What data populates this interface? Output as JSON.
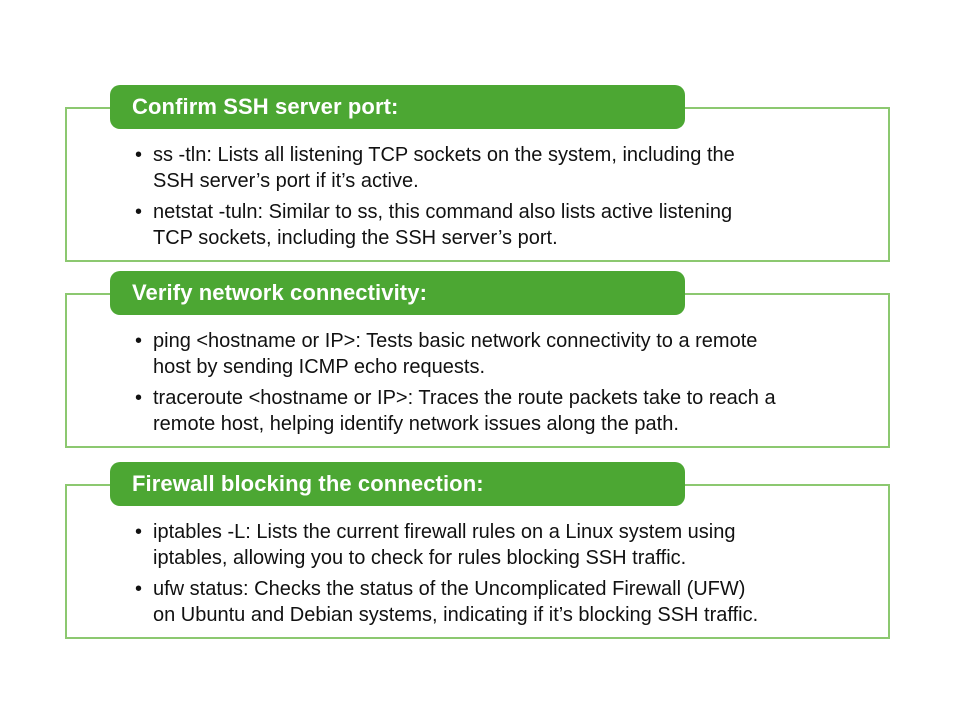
{
  "colors": {
    "header_fill_green": "#4ca733",
    "outline_green": "#8cc870",
    "header_text": "#ffffff",
    "body_text": "#111111",
    "background": "#ffffff"
  },
  "boxes": [
    {
      "title": "Confirm SSH server port:",
      "bullets": [
        "ss -tln: Lists all listening TCP sockets on the system, including the\nSSH server’s port if it’s active.",
        "netstat -tuln: Similar to ss, this command also lists active listening\nTCP sockets, including the SSH server’s port."
      ]
    },
    {
      "title": "Verify network connectivity:",
      "bullets": [
        "ping <hostname or IP>: Tests basic network connectivity to a remote\nhost by sending ICMP echo requests.",
        "traceroute <hostname or IP>: Traces the route packets take to reach a\nremote host, helping identify network issues along the path."
      ]
    },
    {
      "title": "Firewall blocking the connection:",
      "bullets": [
        "iptables -L: Lists the current firewall rules on a Linux system using\niptables, allowing you to check for rules blocking SSH traffic.",
        "ufw status: Checks the status of the Uncomplicated Firewall (UFW)\non Ubuntu and Debian systems, indicating if it’s blocking SSH traffic."
      ]
    }
  ]
}
